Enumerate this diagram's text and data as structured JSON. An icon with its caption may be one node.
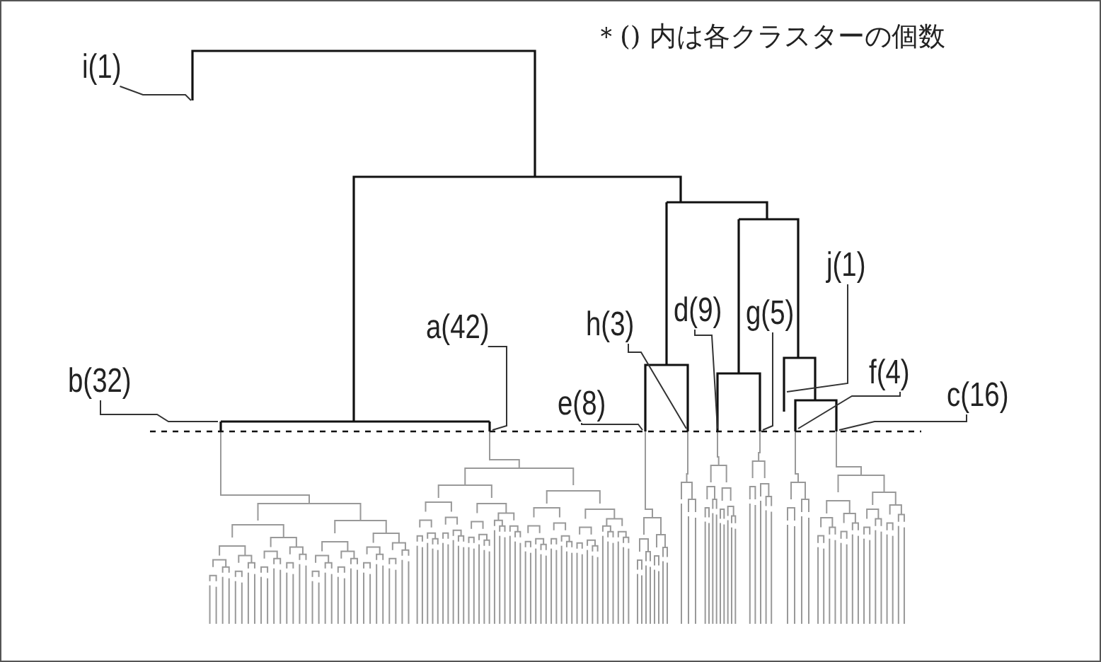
{
  "diagram": {
    "nodes": [
      {
        "text": [
          "i(1)"
        ]
      },
      {
        "text": [
          "a(42)"
        ]
      },
      {
        "text": [
          "h(3)"
        ]
      },
      {
        "text": [
          "d(9)"
        ]
      },
      {
        "text": [
          "g(5)"
        ]
      },
      {
        "text": [
          "j(1)"
        ]
      },
      {
        "text": [
          "b(32)"
        ]
      },
      {
        "text": [
          "e(8)"
        ]
      },
      {
        "text": [
          "f(4)"
        ]
      },
      {
        "text": [
          "c(16)"
        ]
      }
    ],
    "edges": [
      {
        "from": 0,
        "to": null,
        "arrow": "none"
      },
      {
        "from": 1,
        "to": null,
        "arrow": "none"
      },
      {
        "from": 2,
        "to": null,
        "arrow": "none"
      },
      {
        "from": 3,
        "to": null,
        "arrow": "none"
      },
      {
        "from": 4,
        "to": null,
        "arrow": "none"
      },
      {
        "from": 5,
        "to": null,
        "arrow": "none"
      },
      {
        "from": 6,
        "to": null,
        "arrow": "none"
      },
      {
        "from": 7,
        "to": null,
        "arrow": "none"
      },
      {
        "from": 8,
        "to": null,
        "arrow": "none"
      },
      {
        "from": 9,
        "to": null,
        "arrow": "none"
      }
    ],
    "labels": [
      "＊() 内は各クラスターの個数"
    ]
  }
}
